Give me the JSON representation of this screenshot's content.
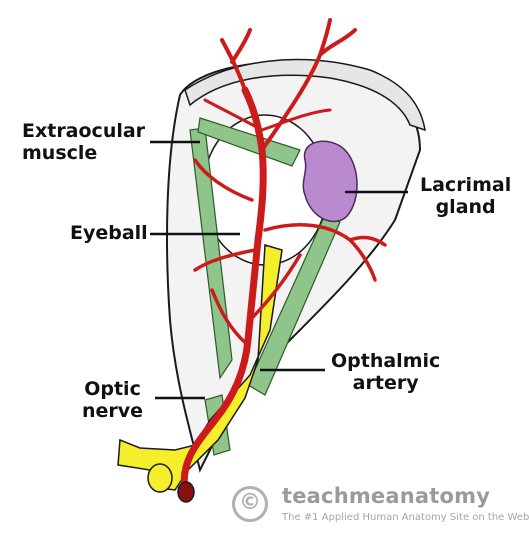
{
  "labels": {
    "extraocular_muscle": "Extraocular\nmuscle",
    "eyeball": "Eyeball",
    "lacrimal_gland": "Lacrimal\ngland",
    "opthalmic_artery": "Opthalmic\nartery",
    "optic_nerve": "Optic\nnerve"
  },
  "brand": {
    "symbol": "©",
    "name": "teachmeanatomy",
    "tagline": "The #1 Applied Human Anatomy Site on the Web."
  },
  "colors": {
    "artery": "#cc1b1b",
    "nerve": "#f5ee2a",
    "muscle": "#8fc48a",
    "gland": "#b98ad0",
    "bone": "#e6e6e6",
    "outline": "#1a1a1a"
  }
}
